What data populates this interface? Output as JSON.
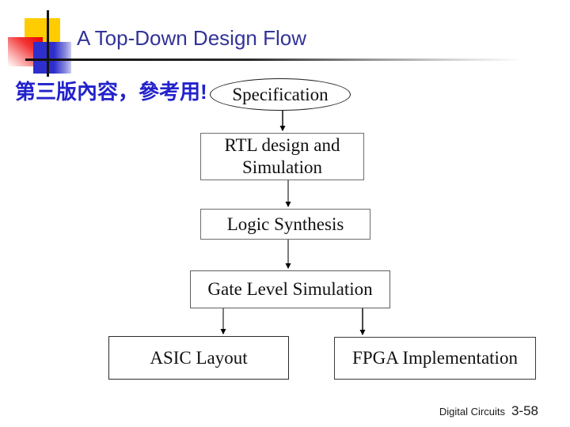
{
  "slide": {
    "title": "A Top-Down Design Flow",
    "note": "第三版內容，參考用!",
    "footer": {
      "course": "Digital Circuits",
      "page": "3-58"
    }
  },
  "flowchart": {
    "nodes": {
      "specification": {
        "label": "Specification",
        "shape": "ellipse"
      },
      "rtl": {
        "label": "RTL design and Simulation",
        "shape": "rect"
      },
      "logic": {
        "label": "Logic Synthesis",
        "shape": "rect"
      },
      "gate": {
        "label": "Gate Level Simulation",
        "shape": "rect"
      },
      "asic": {
        "label": "ASIC Layout",
        "shape": "rect"
      },
      "fpga": {
        "label": "FPGA Implementation",
        "shape": "rect"
      }
    },
    "edges": [
      {
        "from": "specification",
        "to": "rtl"
      },
      {
        "from": "rtl",
        "to": "logic"
      },
      {
        "from": "logic",
        "to": "gate"
      },
      {
        "from": "gate",
        "to": "asic"
      },
      {
        "from": "gate",
        "to": "fpga"
      }
    ]
  },
  "colors": {
    "title_text": "#333399",
    "note_text": "#2222cc",
    "node_border_gray": "#6e6e6e",
    "node_border_dark": "#2b2b2b",
    "arrow_black": "#1a1a1a",
    "arrow_gray": "#6e6e6e",
    "logo_yellow": "#ffcc00",
    "logo_red": "#e80000",
    "logo_blue": "#2e2ecd"
  }
}
